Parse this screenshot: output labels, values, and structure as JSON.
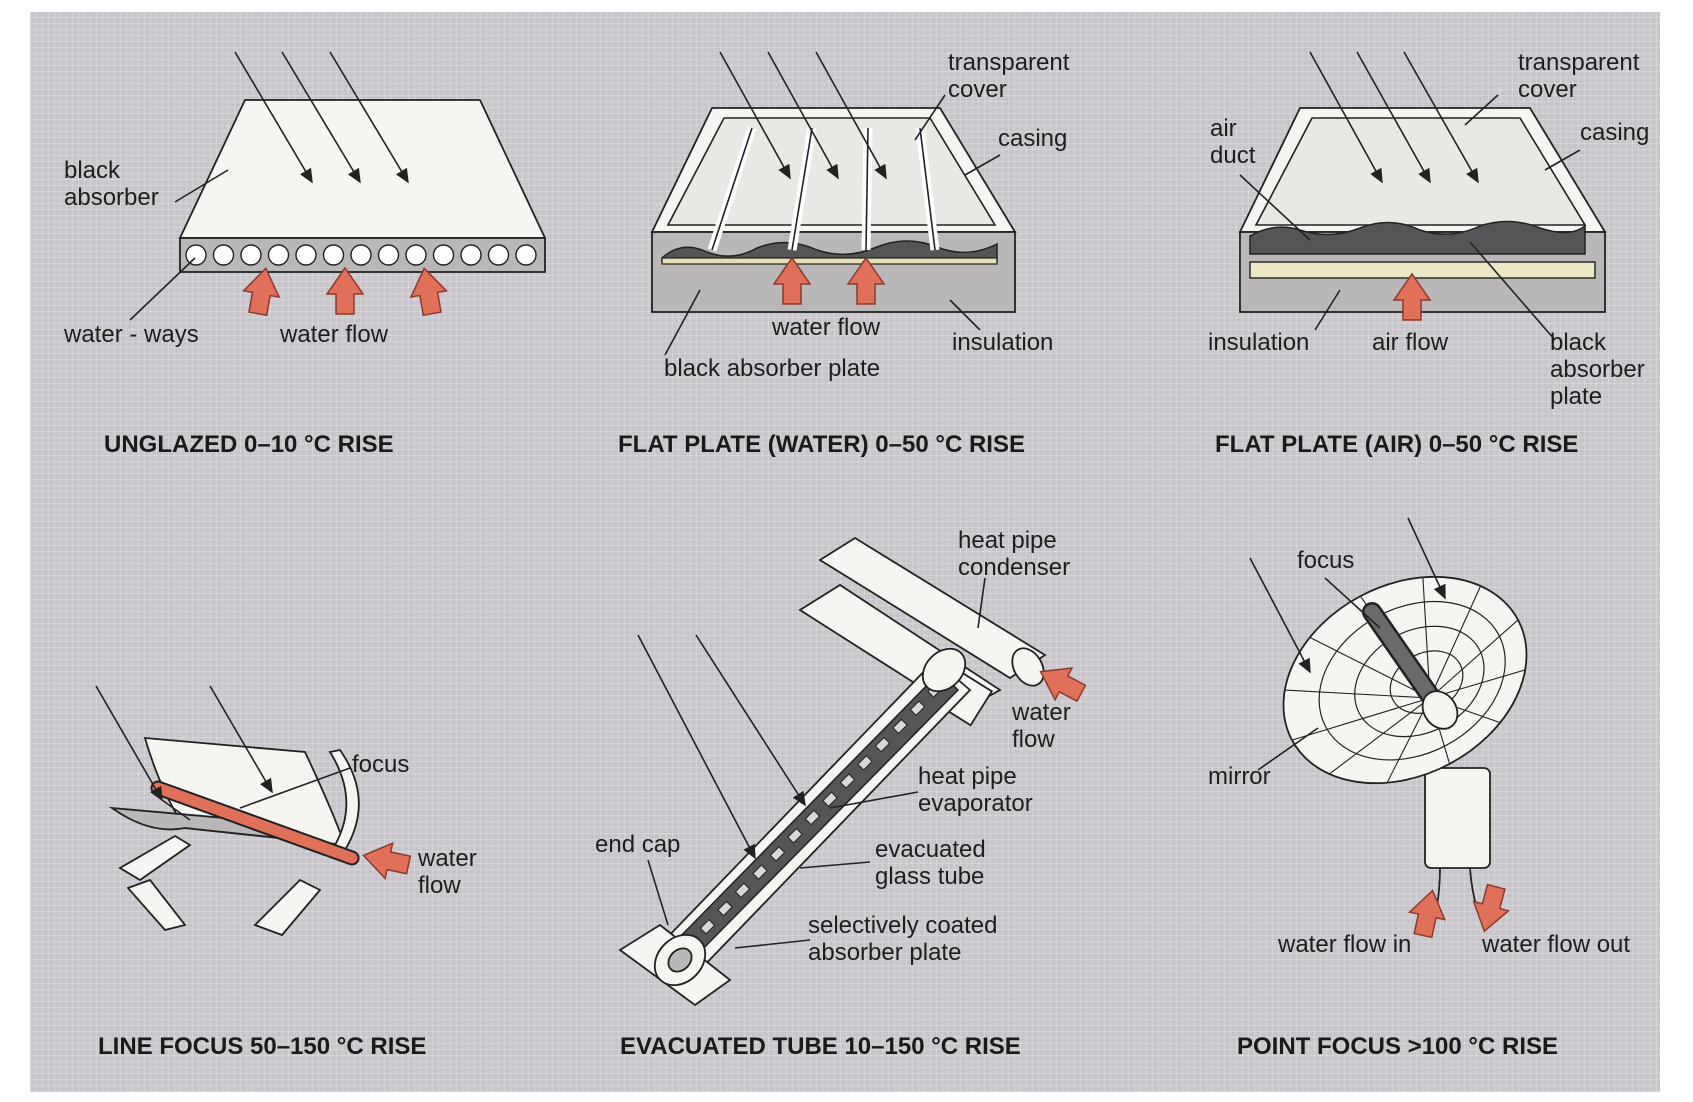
{
  "panels": {
    "unglazed": {
      "labels": {
        "black_absorber_1": "black",
        "black_absorber_2": "absorber",
        "water_ways": "water - ways",
        "water_flow": "water flow"
      },
      "title": "UNGLAZED   0–10 °C RISE"
    },
    "flat_water": {
      "labels": {
        "transparent": "transparent",
        "cover": "cover",
        "casing": "casing",
        "water_flow": "water flow",
        "insulation": "insulation",
        "black_absorber_plate": "black absorber plate"
      },
      "title": "FLAT PLATE (WATER)   0–50 °C RISE"
    },
    "flat_air": {
      "labels": {
        "transparent": "transparent",
        "cover": "cover",
        "air": "air",
        "duct": "duct",
        "casing": "casing",
        "insulation": "insulation",
        "air_flow": "air flow",
        "black": "black",
        "absorber": "absorber",
        "plate": "plate"
      },
      "title": "FLAT PLATE (AIR)   0–50 °C RISE"
    },
    "line_focus": {
      "labels": {
        "focus": "focus",
        "water": "water",
        "flow": "flow"
      },
      "title": "LINE FOCUS   50–150 °C RISE"
    },
    "evacuated": {
      "labels": {
        "heat_pipe": "heat pipe",
        "condenser": "condenser",
        "water": "water",
        "flow": "flow",
        "heat_pipe2": "heat pipe",
        "evaporator": "evaporator",
        "end_cap": "end cap",
        "evacuated": "evacuated",
        "glass_tube": "glass tube",
        "selectively_coated": "selectively coated",
        "absorber_plate": "absorber plate"
      },
      "title": "EVACUATED TUBE   10–150 °C RISE"
    },
    "point_focus": {
      "labels": {
        "focus": "focus",
        "mirror": "mirror",
        "water_flow_in": "water flow in",
        "water_flow_out": "water flow out"
      },
      "title": "POINT FOCUS   >100 °C RISE"
    }
  },
  "colors": {
    "background": "#c8c6ca",
    "flow_arrow": "#e0705a",
    "absorber": "#555456",
    "outline": "#222222"
  }
}
